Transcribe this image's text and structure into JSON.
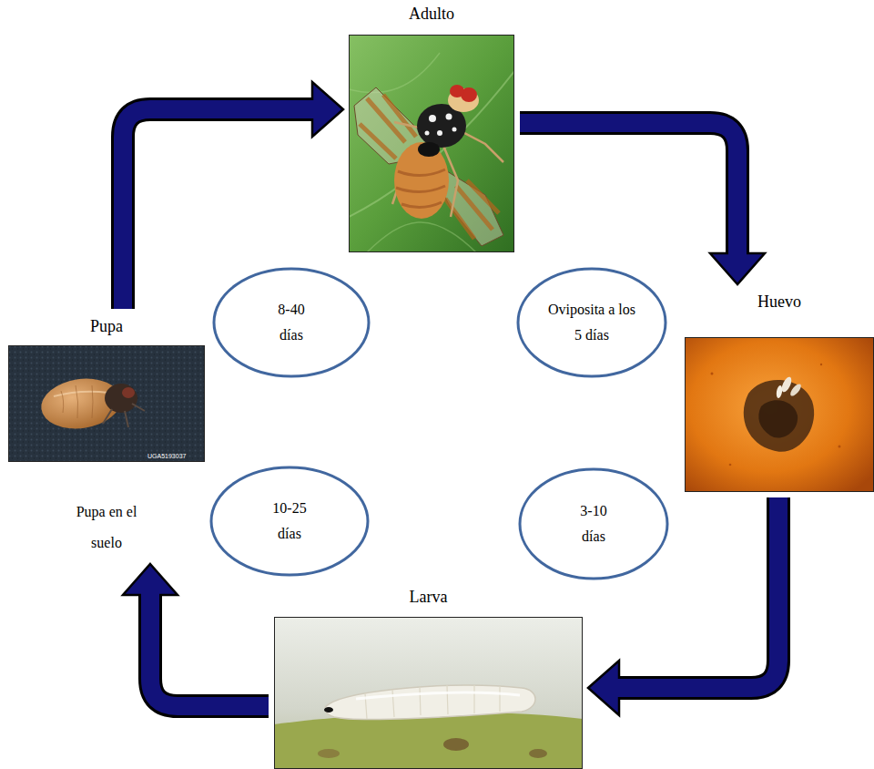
{
  "diagram": {
    "nodes": [
      {
        "text": [
          "Adulto"
        ]
      },
      {
        "text": [
          "8-40 días"
        ]
      },
      {
        "text": [
          "Oviposita a los 5 días"
        ]
      },
      {
        "text": [
          "Huevo"
        ]
      },
      {
        "text": [
          "Pupa",
          "Pupa en el suelo"
        ]
      },
      {
        "text": [
          "10-25 días"
        ]
      },
      {
        "text": [
          "3-10 días"
        ]
      },
      {
        "text": [
          "Larva"
        ]
      }
    ],
    "edges": [
      {
        "from": 0,
        "to": 3,
        "arrow": "to"
      },
      {
        "from": 3,
        "to": 7,
        "arrow": "to"
      },
      {
        "from": 7,
        "to": 4,
        "arrow": "to"
      },
      {
        "from": 4,
        "to": 0,
        "arrow": "to"
      }
    ],
    "labels": [
      "UGA5193037"
    ]
  }
}
